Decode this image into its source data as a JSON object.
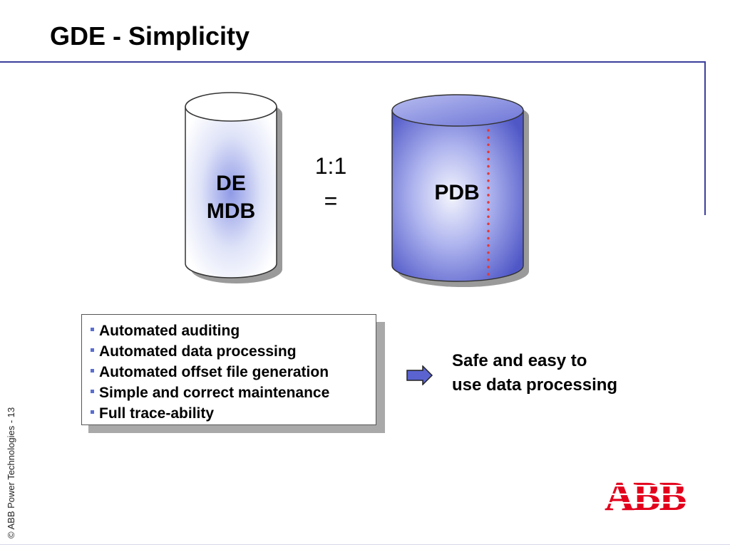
{
  "slide": {
    "title": "GDE - Simplicity",
    "copyright": "© ABB Power Technologies - 13"
  },
  "diagram": {
    "left_db": {
      "line1": "DE",
      "line2": "MDB"
    },
    "right_db": {
      "label": "PDB"
    },
    "ratio": {
      "top": "1:1",
      "bottom": "="
    }
  },
  "features": {
    "items": [
      "Automated auditing",
      "Automated data processing",
      "Automated offset file generation",
      "Simple and correct maintenance",
      "Full trace-ability"
    ]
  },
  "result": {
    "line1": "Safe and easy to",
    "line2": "use data processing"
  },
  "logo": {
    "text": "ABB",
    "color": "#e3001b"
  },
  "colors": {
    "accent_line": "#3b3f9a",
    "pdb_fill": "#5a63d0",
    "dotted_line": "#e53935",
    "bullet": "#5a6ed0"
  }
}
